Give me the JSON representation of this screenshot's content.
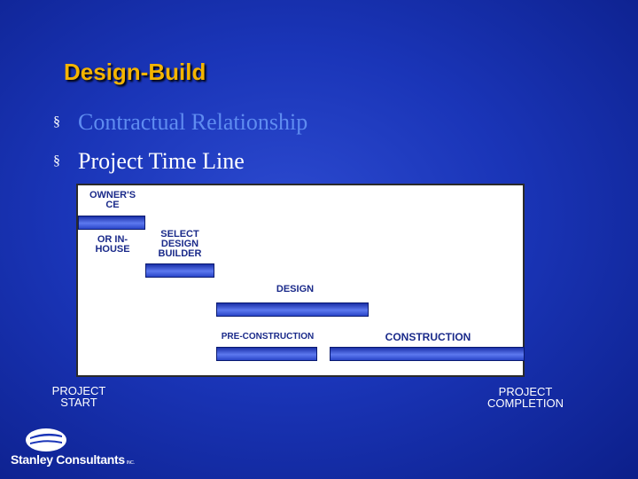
{
  "slide": {
    "title": "Design-Build",
    "bullets": [
      "Contractual Relationship",
      "Project Time Line"
    ],
    "bullet_marker": "§"
  },
  "timeline": {
    "labels": {
      "owners_ce": "OWNER'S CE",
      "or_in_house": "OR IN-HOUSE",
      "select_design_builder": "SELECT DESIGN BUILDER",
      "design": "DESIGN",
      "pre_construction": "PRE-CONSTRUCTION",
      "construction": "CONSTRUCTION"
    },
    "project_start": "PROJECT START",
    "project_completion": "PROJECT COMPLETION"
  },
  "logo": {
    "name": "Stanley Consultants",
    "suffix": "INC."
  },
  "colors": {
    "title": "#f4b400",
    "background": "#1a35b8",
    "bar": "#3a58d8",
    "label": "#1a2a8a"
  }
}
